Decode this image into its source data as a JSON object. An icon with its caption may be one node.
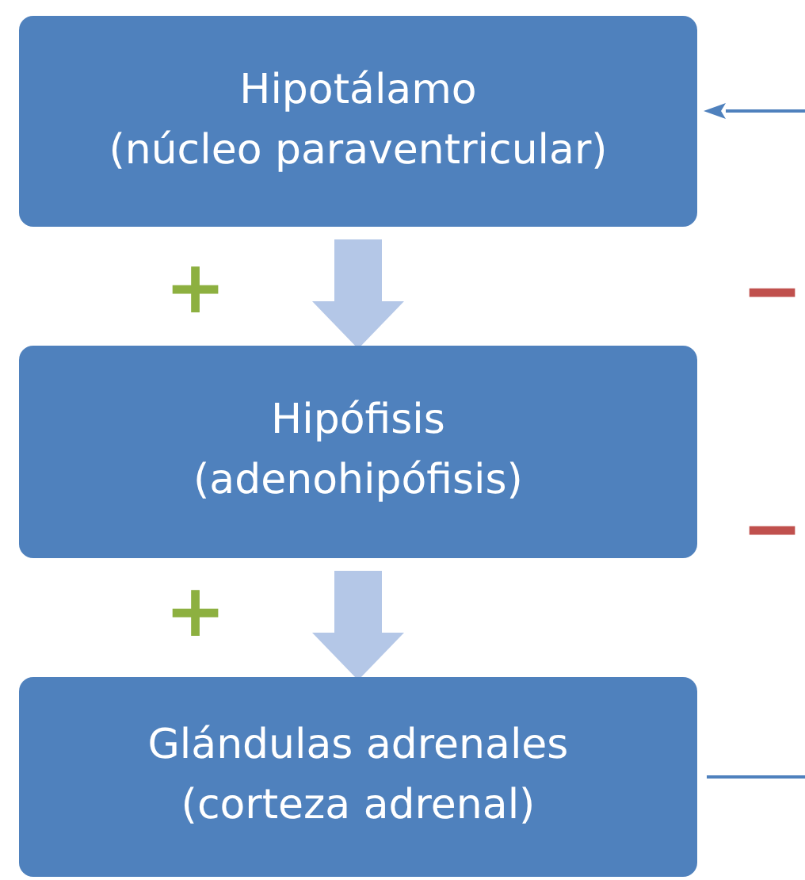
{
  "diagram": {
    "nodes": [
      {
        "text": [
          "Hipotálamo",
          "(núcleo paraventricular)"
        ]
      },
      {
        "text": [
          "Hipófisis",
          "(adenohipófisis)"
        ]
      },
      {
        "text": [
          "Glándulas adrenales",
          "(corteza adrenal)"
        ]
      }
    ],
    "edges": [
      {
        "from": 0,
        "to": 1,
        "arrow": "to",
        "style": "thick",
        "color": "#b4c7e7"
      },
      {
        "from": 1,
        "to": 2,
        "arrow": "to",
        "style": "thick",
        "color": "#b4c7e7"
      },
      {
        "from": 2,
        "to": null,
        "arrow": "none",
        "color": "#4f81bd"
      },
      {
        "from": null,
        "to": 0,
        "arrow": "to",
        "color": "#4f81bd"
      }
    ],
    "labels": [
      "+",
      "−",
      "−",
      "+"
    ]
  }
}
